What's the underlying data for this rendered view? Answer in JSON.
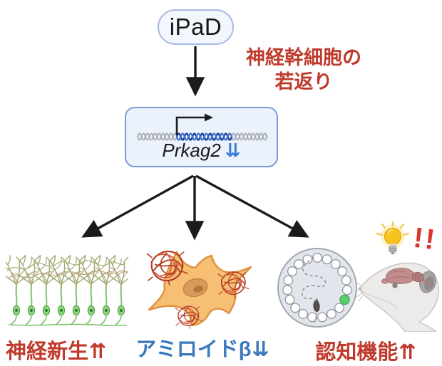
{
  "figure": {
    "title": "iPaD",
    "annotation": {
      "line1": "神経幹細胞の",
      "line2": "若返り",
      "color": "#bf3a2b"
    },
    "gene": {
      "name": "Prkag2",
      "arrows": "⇊",
      "arrow_color": "#3b7dd8",
      "box_fill": "#ebf2fc",
      "box_border": "#7c9bd4"
    },
    "outcomes": [
      {
        "id": "neurogenesis",
        "label": "神経新生",
        "arrows": "⇈",
        "color": "#c03a2b",
        "icon": "neurons-illustration"
      },
      {
        "id": "amyloid-beta",
        "label": "アミロイドβ",
        "arrows": "⇊",
        "color": "#3a79bd",
        "icon": "microglia-amyloid-illustration"
      },
      {
        "id": "cognitive-function",
        "label": "認知機能",
        "arrows": "⇈",
        "color": "#c03a2b",
        "icon": "barnes-maze-illustration"
      }
    ],
    "exclamation": "!!",
    "icons": [
      "dna-helix-icon",
      "transcription-start-arrow-icon",
      "neurons-illustration",
      "microglia-amyloid-illustration",
      "barnes-maze-illustration",
      "mouse-head-brain-illustration",
      "lightbulb-icon",
      "double-exclamation-mark"
    ],
    "colors": {
      "arrow_black": "#1b1b1b",
      "pill_border": "#a8b9e2",
      "pill_fill": "#f2f6fd",
      "neuron_green": "#7cc46d",
      "amyloid_red": "#b23b21",
      "maze_green_hole": "#5bce6e",
      "bulb_yellow": "#f7c41f"
    }
  }
}
